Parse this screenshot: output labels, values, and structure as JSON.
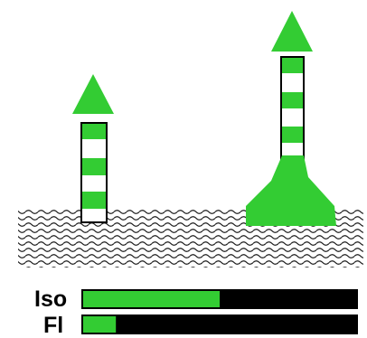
{
  "colors": {
    "green": "#33cc33",
    "black": "#000000",
    "white": "#ffffff",
    "water_pattern": "#1a1a1a"
  },
  "left_buoy": {
    "topmark": "triangle-cone-up",
    "body": "green-white-horizontal-bands",
    "visible_green_bands": 3
  },
  "right_buoy": {
    "topmark": "triangle-cone-up",
    "body": "green-white-horizontal-bands",
    "base": "green-spar-base",
    "visible_green_bands": 3
  },
  "legend": {
    "iso": {
      "label": "Iso",
      "light_fraction": 0.5
    },
    "fl": {
      "label": "Fl",
      "light_fraction": 0.12
    }
  }
}
